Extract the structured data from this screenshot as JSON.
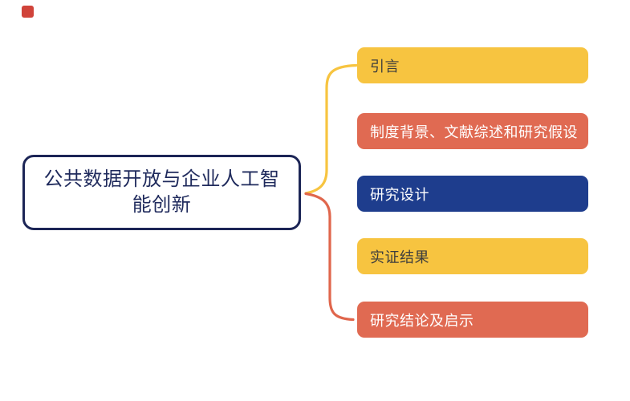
{
  "canvas": {
    "background": "#ffffff"
  },
  "corner_mark": {
    "color": "#d0433a"
  },
  "central_node": {
    "label": "公共数据开放与企业人工智能创新",
    "text_color": "#1f2a5c",
    "border_color": "#1c2556",
    "background": "#ffffff"
  },
  "branches": [
    {
      "label": "引言",
      "bg": "#f7c440",
      "text_color": "#3d3d3d"
    },
    {
      "label": "制度背景、文献综述和研究假设",
      "bg": "#e06a52",
      "text_color": "#ffffff"
    },
    {
      "label": "研究设计",
      "bg": "#1e3d8d",
      "text_color": "#ffffff"
    },
    {
      "label": "实证结果",
      "bg": "#f7c440",
      "text_color": "#3d3d3d"
    },
    {
      "label": "研究结论及启示",
      "bg": "#e06a52",
      "text_color": "#ffffff"
    }
  ],
  "brace": {
    "upper_color": "#f7c440",
    "lower_color": "#e0664c"
  }
}
